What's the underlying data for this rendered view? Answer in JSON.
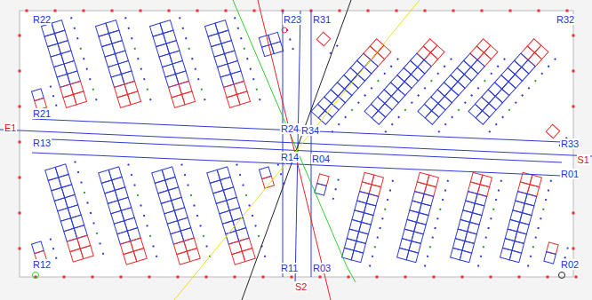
{
  "diagram": {
    "labels": [
      "R22",
      "R23",
      "R31",
      "R32",
      "R21",
      "E1",
      "R24",
      "R34",
      "R33",
      "R13",
      "R14",
      "R04",
      "S1",
      "R01",
      "R12",
      "R11",
      "R03",
      "S2",
      "R02"
    ]
  }
}
